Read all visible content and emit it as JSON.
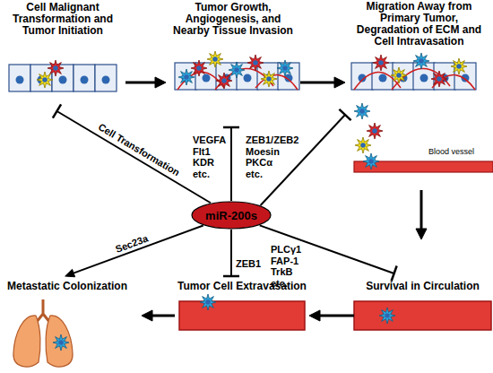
{
  "diagram": {
    "nodes": [
      {
        "text": [
          "Cell Malignant Transformation and Tumor Initiation"
        ]
      },
      {
        "text": [
          "Tumor Growth, Angiogenesis, and Nearby Tissue Invasion"
        ]
      },
      {
        "text": [
          "Migration Away from Primary Tumor, Degradation of ECM and Cell Intravasation"
        ]
      },
      {
        "text": [
          "Survival in Circulation"
        ]
      },
      {
        "text": [
          "Tumor Cell Extravasation"
        ]
      },
      {
        "text": [
          "Metastatic Colonization"
        ]
      },
      {
        "text": [
          "miR-200s"
        ]
      }
    ],
    "edges": [
      {
        "from": 0,
        "to": 1,
        "arrow": "to"
      },
      {
        "from": 1,
        "to": 2,
        "arrow": "to"
      },
      {
        "from": 2,
        "to": 3,
        "arrow": "to"
      },
      {
        "from": 3,
        "to": 4,
        "arrow": "to"
      },
      {
        "from": 4,
        "to": 5,
        "arrow": "to"
      },
      {
        "from": 6,
        "to": 0,
        "label": "Cell Transformation",
        "arrow": "to"
      },
      {
        "from": 6,
        "to": 1,
        "label": "VEGFA Flt1 KDR etc.",
        "arrow": "to"
      },
      {
        "from": 6,
        "to": 2,
        "label": "ZEB1/ZEB2 Moesin PKCα etc.",
        "arrow": "to"
      },
      {
        "from": 6,
        "to": 3,
        "label": "PLCγ1 FAP-1 TrkB etc.",
        "arrow": "to"
      },
      {
        "from": 6,
        "to": 4,
        "label": "ZEB1",
        "arrow": "to"
      },
      {
        "from": 6,
        "to": 5,
        "label": "Sec23a",
        "arrow": "to"
      }
    ],
    "labels": [
      "Blood vessel"
    ]
  }
}
